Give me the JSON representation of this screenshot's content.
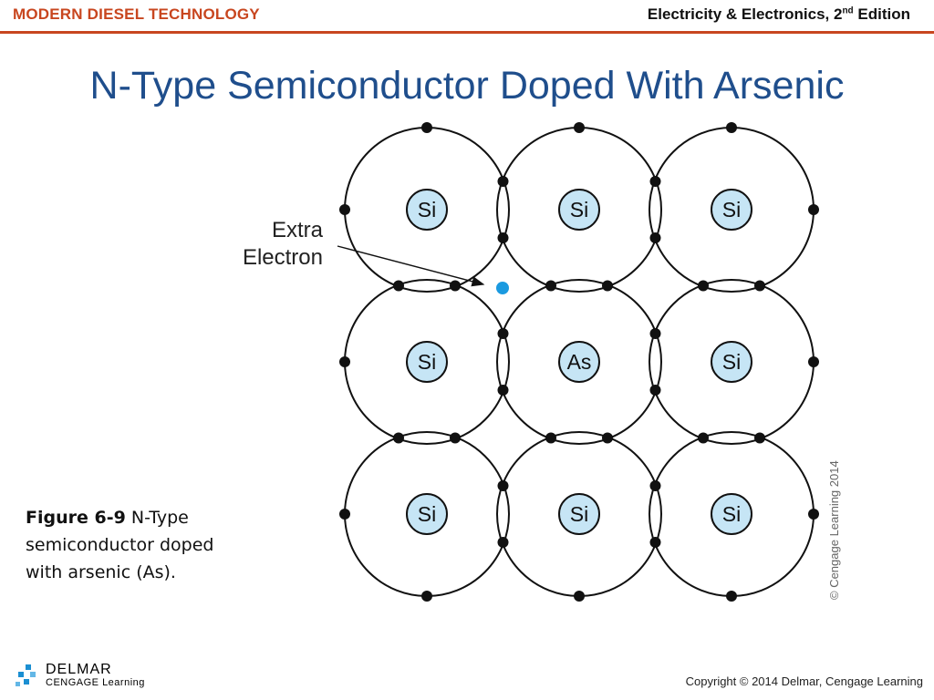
{
  "header": {
    "left_text": "MODERN DIESEL TECHNOLOGY",
    "right_text": "Electricity & Electronics, 2",
    "right_superscript": "nd",
    "right_suffix": " Edition"
  },
  "colors": {
    "brand_orange": "#c8461f",
    "title_blue": "#1f4e8c",
    "atom_fill": "#c6e5f5",
    "extra_electron": "#1b9ae0",
    "electron": "#111111"
  },
  "slide": {
    "title": "N-Type Semiconductor Doped With Arsenic"
  },
  "diagram": {
    "extra_electron_label_line1": "Extra",
    "extra_electron_label_line2": "Electron",
    "atoms": [
      [
        "Si",
        "Si",
        "Si"
      ],
      [
        "Si",
        "As",
        "Si"
      ],
      [
        "Si",
        "Si",
        "Si"
      ]
    ],
    "vertical_copyright": "© Cengage Learning 2014"
  },
  "caption": {
    "figure_label": "Figure 6-9",
    "text": " N-Type semiconductor doped with arsenic (As)."
  },
  "footer": {
    "logo_line1": "DELMAR",
    "logo_line2": "CENGAGE Learning",
    "copyright": "Copyright © 2014 Delmar, Cengage Learning"
  }
}
